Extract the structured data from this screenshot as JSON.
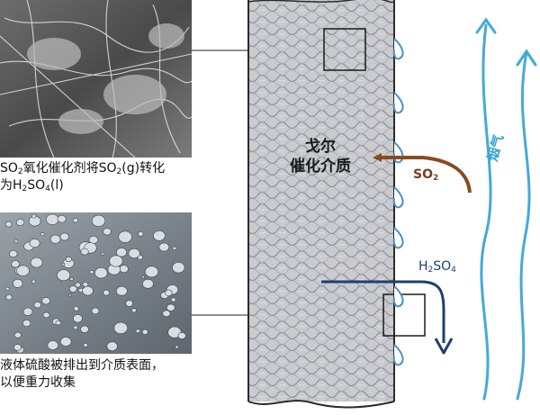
{
  "photo1": {
    "caption_line1_parts": [
      "SO",
      "2",
      "氧化催化剂将SO",
      "2",
      "(g)转化"
    ],
    "caption_line2_parts": [
      "为H",
      "2",
      "SO",
      "4",
      "(l)"
    ]
  },
  "photo2": {
    "caption_line1": "液体硫酸被排出到介质表面，",
    "caption_line2": "以便重力收集"
  },
  "media": {
    "label_line1": "戈尔",
    "label_line2": "催化介质"
  },
  "so2_arrow": {
    "label": "SO",
    "sub": "2",
    "color": "#8a4a1f"
  },
  "h2so4_arrow": {
    "label_parts": [
      "H",
      "2",
      "SO",
      "4"
    ],
    "color": "#1f3f73"
  },
  "flue_gas": {
    "label": "烟气",
    "color": "#45a9d8"
  },
  "colors": {
    "panel_fill": "#c7c9cc",
    "panel_edge": "#2b2b2b",
    "droplet": "#4a90c8"
  }
}
